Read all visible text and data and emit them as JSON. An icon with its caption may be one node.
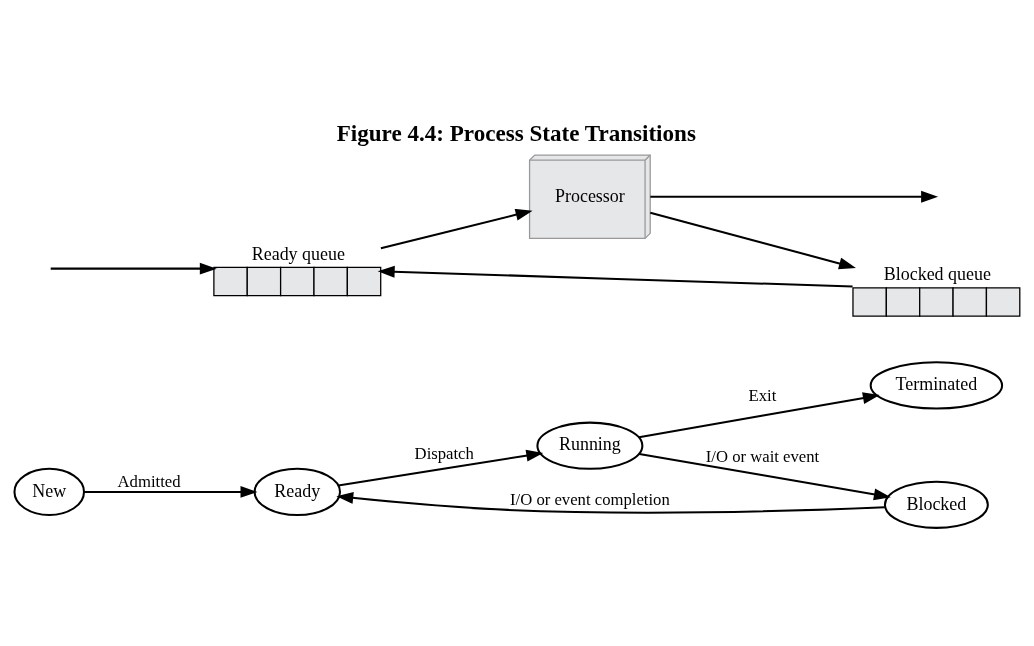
{
  "diagram": {
    "title": "Figure 4.4: Process State Transitions",
    "nodes": [
      {
        "text": [
          "New"
        ]
      },
      {
        "text": [
          "Ready"
        ]
      },
      {
        "text": [
          "Running"
        ]
      },
      {
        "text": [
          "Terminated"
        ]
      },
      {
        "text": [
          "Blocked"
        ]
      },
      {
        "text": [
          "Ready queue"
        ]
      },
      {
        "text": [
          "Processor"
        ]
      },
      {
        "text": [
          "Blocked queue"
        ]
      }
    ],
    "edges": [
      {
        "from": 0,
        "to": 1,
        "arrow": "to",
        "label": "Admitted"
      },
      {
        "from": 1,
        "to": 2,
        "arrow": "to",
        "label": "Dispatch"
      },
      {
        "from": 2,
        "to": 3,
        "arrow": "to",
        "label": "Exit"
      },
      {
        "from": 2,
        "to": 4,
        "arrow": "to",
        "label": "I/O or wait event"
      },
      {
        "from": 4,
        "to": 1,
        "arrow": "to",
        "label": "I/O or event completion"
      },
      {
        "from": null,
        "to": 5,
        "arrow": "to"
      },
      {
        "from": 5,
        "to": 6,
        "arrow": "to"
      },
      {
        "from": 6,
        "to": null,
        "arrow": "to"
      },
      {
        "from": 6,
        "to": 7,
        "arrow": "to"
      },
      {
        "from": 7,
        "to": 5,
        "arrow": "to"
      }
    ]
  }
}
